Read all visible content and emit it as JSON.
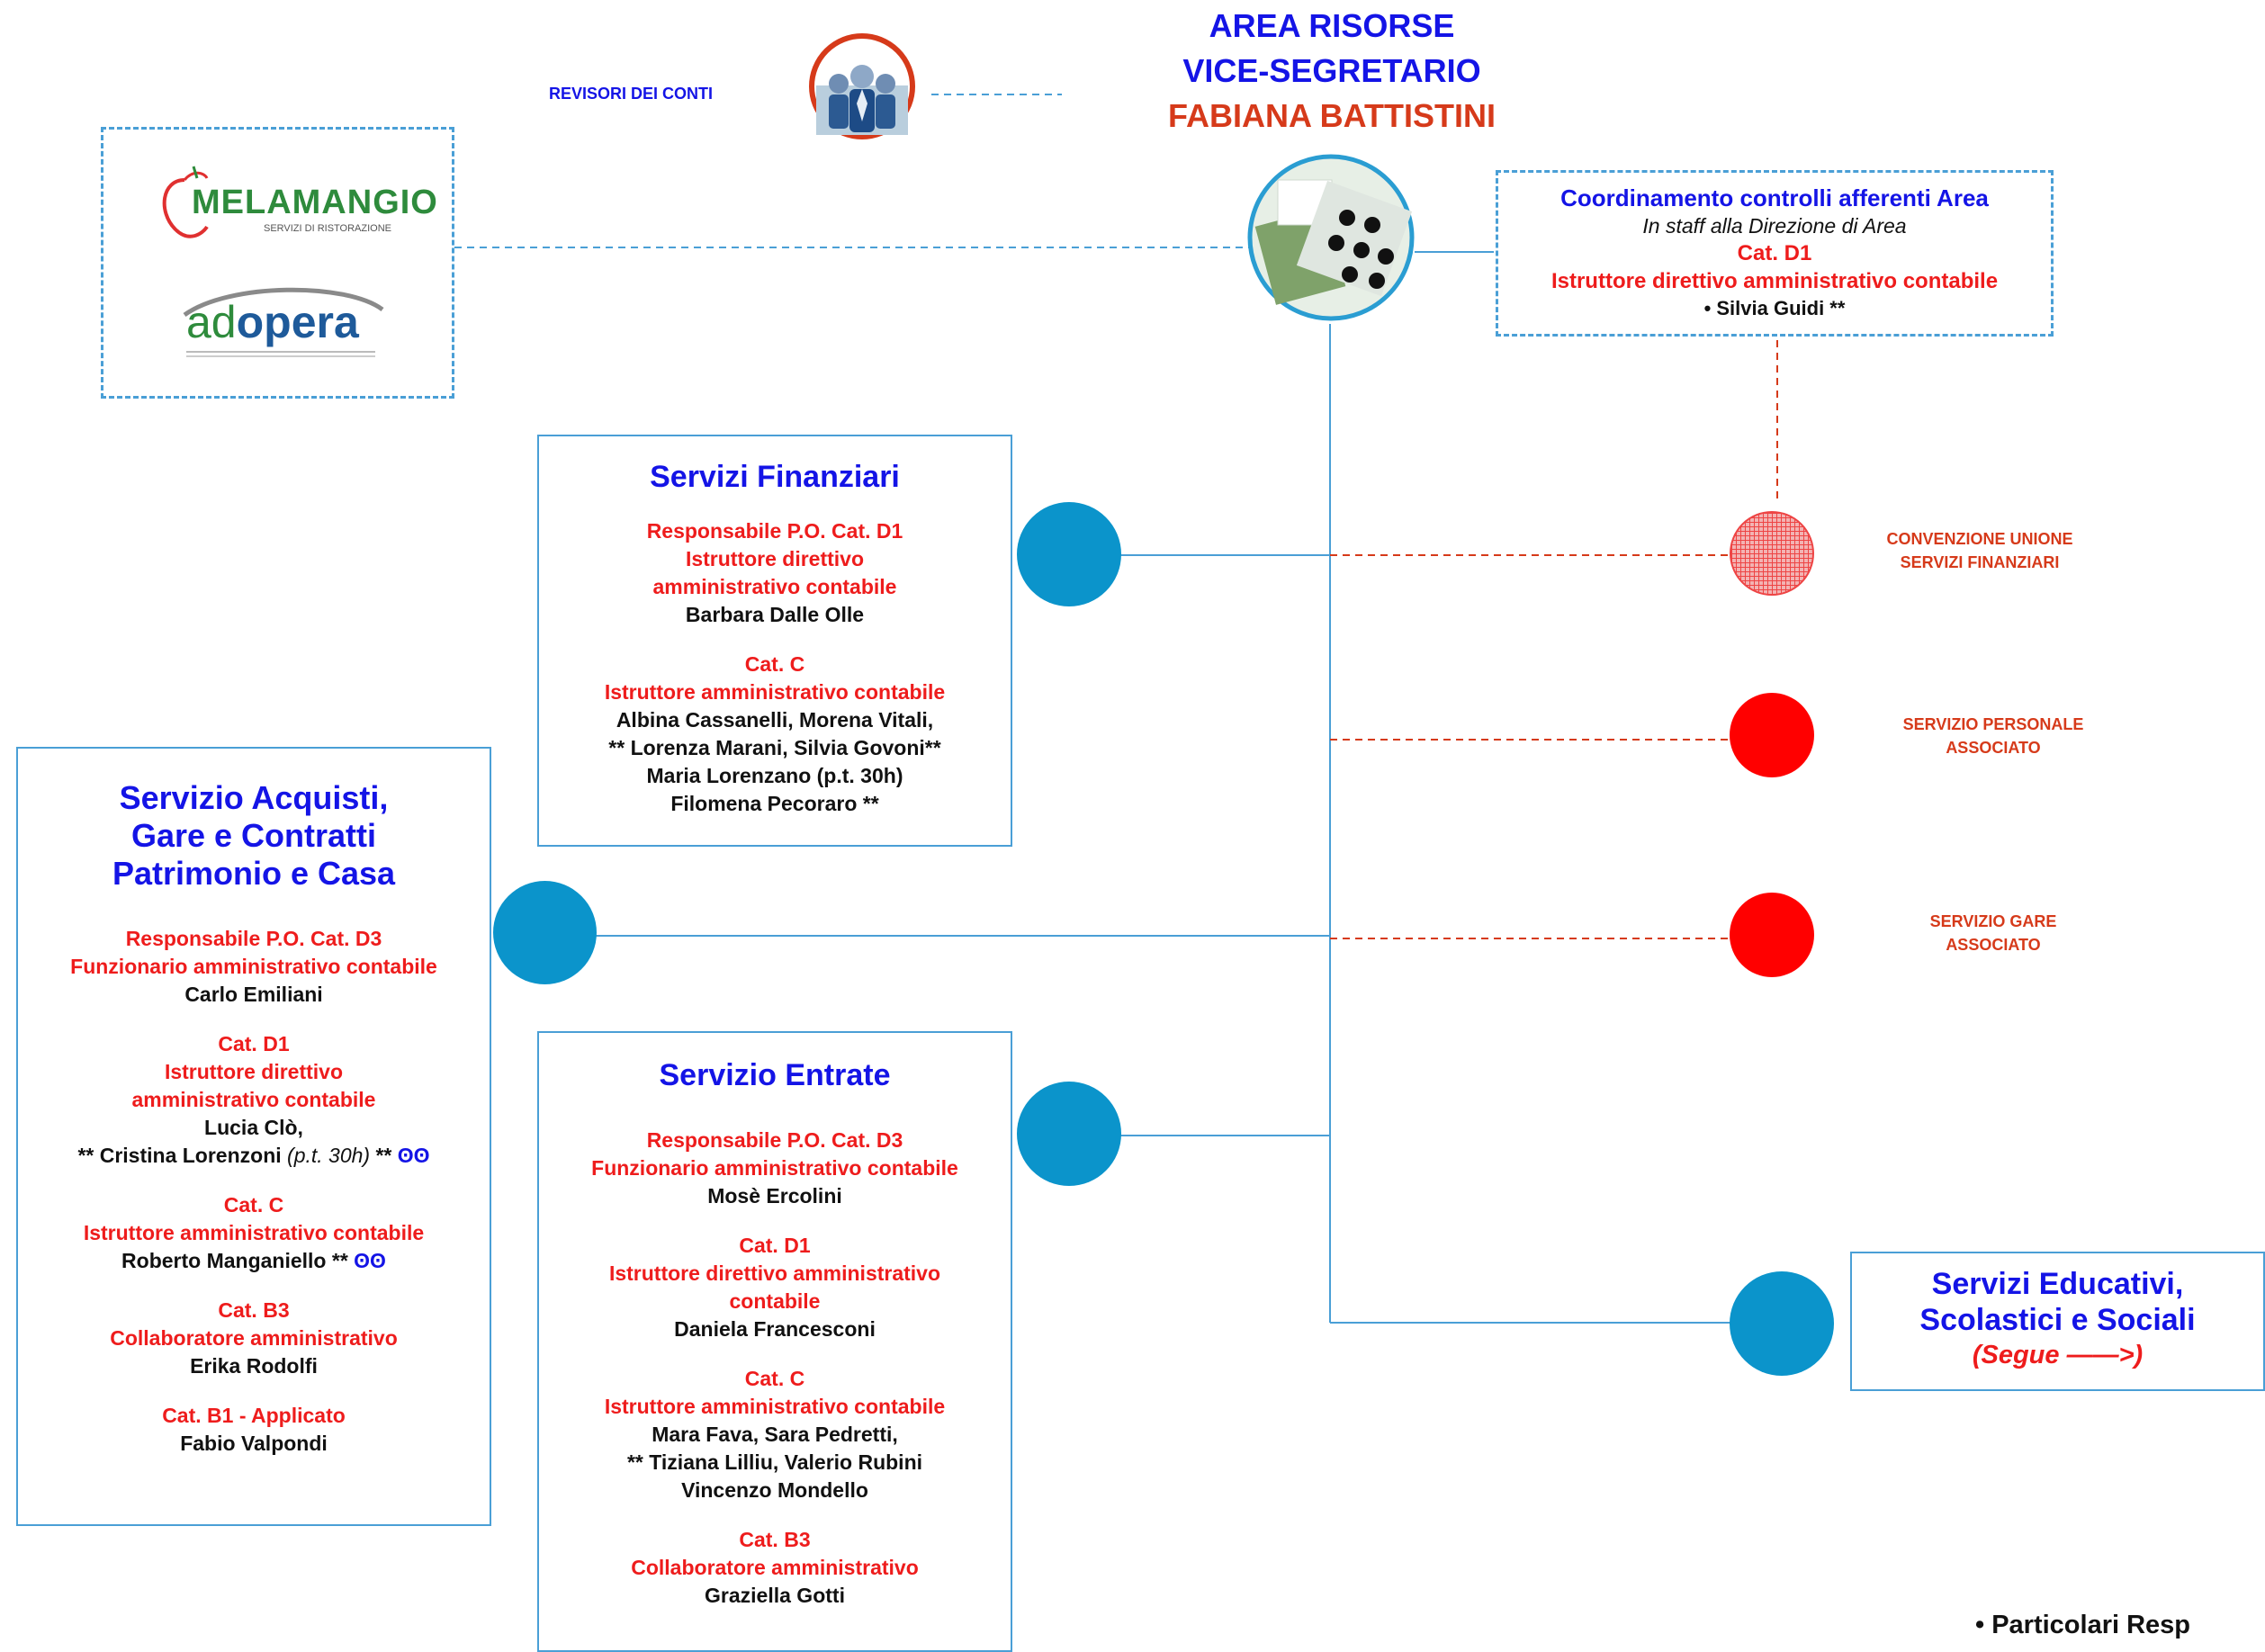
{
  "header": {
    "line1": "AREA RISORSE",
    "line2": "VICE-SEGRETARIO",
    "line3": "FABIANA BATTISTINI"
  },
  "revisori": {
    "label": "REVISORI DEI CONTI",
    "icon": "people-group-icon"
  },
  "partners": {
    "melamangio": {
      "name": "MELAMANGIO",
      "tagline": "SERVIZI DI RISTORAZIONE"
    },
    "adopera": {
      "name_light": "ad",
      "name_bold": "opera"
    }
  },
  "coordinamento": {
    "title": "Coordinamento controlli afferenti Area",
    "subtitle": "In staff alla Direzione di Area",
    "cat": "Cat. D1",
    "role": "Istruttore direttivo amministrativo contabile",
    "person": "• Silvia Guidi **"
  },
  "finanziari": {
    "title": "Servizi Finanziari",
    "resp": "Responsabile P.O.  Cat. D1",
    "resp_role1": "Istruttore direttivo",
    "resp_role2": "amministrativo contabile",
    "resp_name": "Barbara Dalle Olle",
    "c_cat": "Cat. C",
    "c_role": "Istruttore  amministrativo contabile",
    "c_names1": "Albina Cassanelli, Morena Vitali,",
    "c_names2": "** Lorenza Marani, Silvia Govoni**",
    "c_names3": "Maria Lorenzano (p.t. 30h)",
    "c_names4": "Filomena Pecoraro **"
  },
  "acquisti": {
    "title1": "Servizio Acquisti,",
    "title2": "Gare e Contratti",
    "title3": "Patrimonio e Casa",
    "resp": "Responsabile P.O. Cat. D3",
    "resp_role": "Funzionario amministrativo contabile",
    "resp_name": "Carlo Emiliani",
    "d1_cat": "Cat. D1",
    "d1_role1": "Istruttore direttivo",
    "d1_role2": "amministrativo contabile",
    "d1_name1": "Lucia Clò,",
    "d1_name2_pre": "** Cristina Lorenzoni ",
    "d1_name2_note": "(p.t. 30h)",
    "d1_name2_post": " **",
    "oo": "ʘʘ",
    "c_cat": "Cat. C",
    "c_role": "Istruttore  amministrativo contabile",
    "c_name": "Roberto Manganiello ** ",
    "b3_cat": "Cat. B3",
    "b3_role": "Collaboratore  amministrativo",
    "b3_name": "Erika Rodolfi",
    "b1_cat": "Cat. B1 - Applicato",
    "b1_name": "Fabio Valpondi"
  },
  "entrate": {
    "title": "Servizio Entrate",
    "resp": "Responsabile P.O. Cat. D3",
    "resp_role": "Funzionario amministrativo contabile",
    "resp_name": "Mosè Ercolini",
    "d1_cat": "Cat. D1",
    "d1_role1": "Istruttore direttivo amministrativo",
    "d1_role2": "contabile",
    "d1_name": "Daniela Francesconi",
    "c_cat": "Cat. C",
    "c_role": "Istruttore  amministrativo contabile",
    "c_names1": "Mara Fava, Sara Pedretti,",
    "c_names2": "** Tiziana Lilliu, Valerio Rubini",
    "c_names3": "Vincenzo Mondello",
    "b3_cat": "Cat. B3",
    "b3_role": "Collaboratore  amministrativo",
    "b3_name": "Graziella Gotti"
  },
  "associated": {
    "unione1": "CONVENZIONE UNIONE",
    "unione2": "SERVIZI FINANZIARI",
    "personale1": "SERVIZIO PERSONALE",
    "personale2": "ASSOCIATO",
    "gare1": "SERVIZIO GARE",
    "gare2": "ASSOCIATO"
  },
  "educativi": {
    "title1": "Servizi Educativi,",
    "title2": "Scolastici e Sociali",
    "segue": "(Segue ——>)"
  },
  "footer": {
    "bullet": "•  Particolari Resp"
  },
  "colors": {
    "title_blue": "#1414e6",
    "red": "#ee1c1c",
    "node_blue": "#0b94cb",
    "accent_orange": "#d63a1a"
  }
}
